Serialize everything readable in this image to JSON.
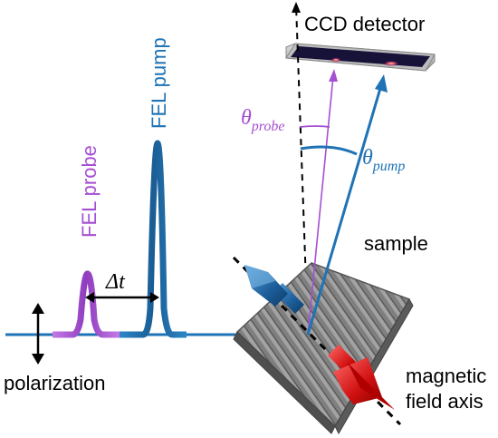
{
  "labels": {
    "ccd_detector": "CCD detector",
    "fel_pump": "FEL pump",
    "fel_probe": "FEL probe",
    "theta_probe_symbol": "θ",
    "theta_probe_sub": "probe",
    "theta_pump_symbol": "θ",
    "theta_pump_sub": "pump",
    "delta_t": "Δt",
    "sample": "sample",
    "polarization": "polarization",
    "magnetic_line1": "magnetic",
    "magnetic_line2": "field axis"
  },
  "colors": {
    "pump_blue": "#1f73b5",
    "probe_purple": "#a64fd1",
    "sample_gray": "#7a7a7a",
    "magnet_red": "#d81b1b",
    "detector_dark": "#101030",
    "black": "#000000"
  }
}
